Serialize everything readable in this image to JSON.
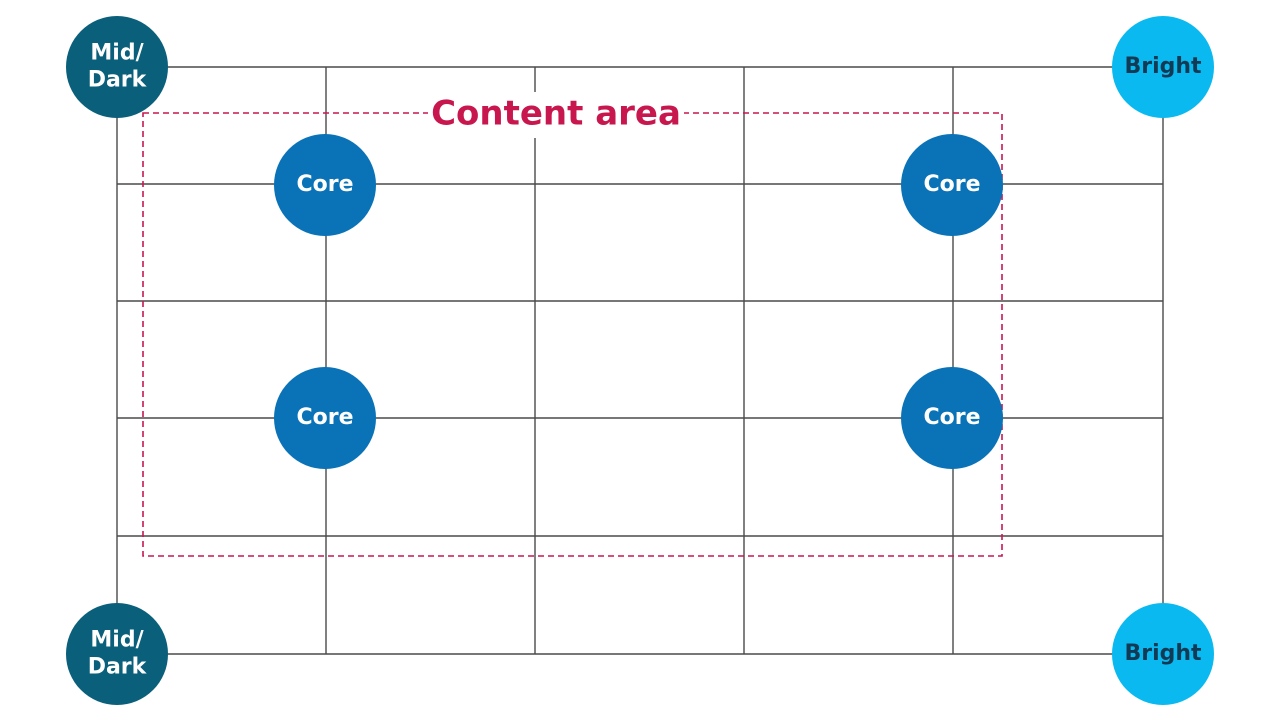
{
  "diagram": {
    "content_area": {
      "label": "Content area"
    },
    "colors": {
      "grid_line": "#4a4a4a",
      "content_area": "#c8174f",
      "core": "#0a73b8",
      "mid_dark": "#0a5f7b",
      "bright": "#0ab9f0",
      "core_text": "#ffffff",
      "mid_dark_text": "#ffffff",
      "bright_text": "#123a55"
    },
    "nodes": [
      {
        "id": "mid-dark-top-left",
        "kind": "mid_dark",
        "lines": [
          "Mid/",
          "Dark"
        ]
      },
      {
        "id": "bright-top-right",
        "kind": "bright",
        "lines": [
          "Bright"
        ]
      },
      {
        "id": "core-1",
        "kind": "core",
        "lines": [
          "Core"
        ]
      },
      {
        "id": "core-2",
        "kind": "core",
        "lines": [
          "Core"
        ]
      },
      {
        "id": "core-3",
        "kind": "core",
        "lines": [
          "Core"
        ]
      },
      {
        "id": "core-4",
        "kind": "core",
        "lines": [
          "Core"
        ]
      },
      {
        "id": "mid-dark-bottom-left",
        "kind": "mid_dark",
        "lines": [
          "Mid/",
          "Dark"
        ]
      },
      {
        "id": "bright-bottom-right",
        "kind": "bright",
        "lines": [
          "Bright"
        ]
      }
    ]
  }
}
